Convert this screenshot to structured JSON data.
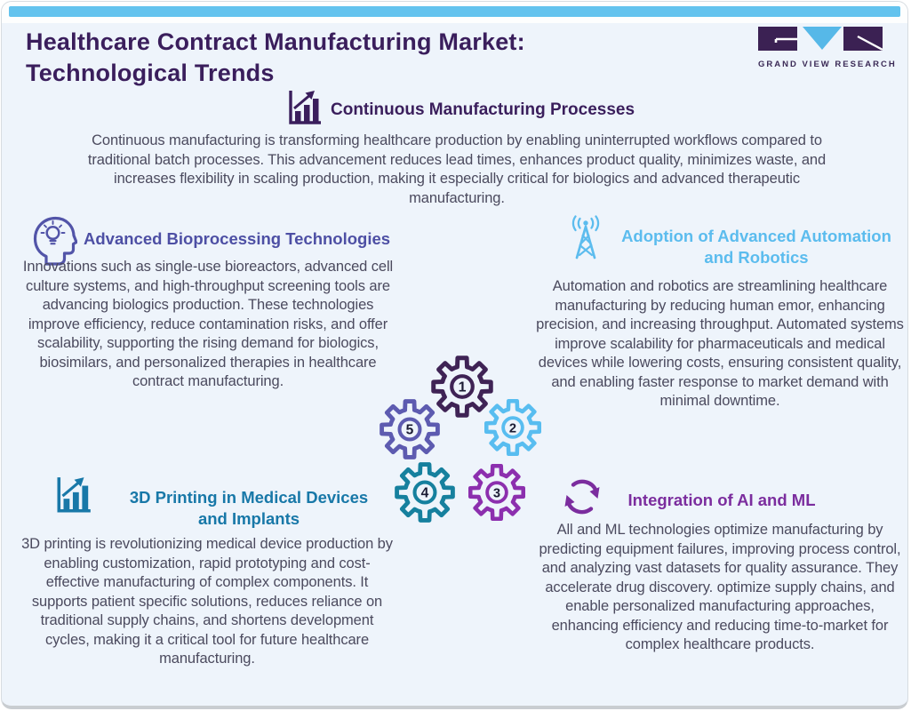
{
  "header": {
    "title_line1": "Healthcare Contract Manufacturing Market:",
    "title_line2": "Technological Trends",
    "logo_text": "GRAND VIEW RESEARCH"
  },
  "sections": {
    "continuous": {
      "title": "Continuous Manufacturing Processes",
      "body": "Continuous manufacturing is transforming healthcare production by enabling uninterrupted workflows compared to traditional batch processes. This advancement reduces lead times, enhances product quality, minimizes waste, and increases flexibility in scaling production, making it especially critical for biologics and advanced therapeutic manufacturing."
    },
    "bioprocessing": {
      "title": "Advanced Bioprocessing Technologies",
      "body": "Innovations such as single-use bioreactors, advanced cell culture systems, and high-throughput screening tools are advancing biologics production. These technologies improve efficiency, reduce contamination risks, and offer scalability, supporting the rising demand for biologics, biosimilars, and personalized therapies in healthcare contract manufacturing."
    },
    "automation": {
      "title_line1": "Adoption of Advanced Automation",
      "title_line2": "and Robotics",
      "body": "Automation and robotics are streamlining healthcare manufacturing by reducing human emor, enhancing precision, and increasing throughput. Automated systems improve scalability for pharmaceuticals and medical devices while lowering costs, ensuring consistent quality, and enabling faster response to market demand with minimal downtime."
    },
    "printing": {
      "title_line1": "3D Printing in Medical Devices",
      "title_line2": "and Implants",
      "body": "3D printing is revolutionizing medical device production by enabling customization, rapid prototyping and cost-effective manufacturing of complex components. It supports patient specific solutions, reduces reliance on traditional supply chains, and shortens development cycles, making it a critical tool for future healthcare manufacturing."
    },
    "ai_ml": {
      "title": "Integration of AI and ML",
      "body": "All and ML technologies optimize manufacturing by predicting equipment failures, improving process control, and analyzing vast datasets for quality assurance. They accelerate drug discovery. optimize supply chains, and enable personalized manufacturing approaches, enhancing efficiency and reducing time-to-market for complex healthcare products."
    }
  },
  "gears": [
    {
      "number": "1",
      "color": "#3f2355"
    },
    {
      "number": "2",
      "color": "#58bdf0"
    },
    {
      "number": "3",
      "color": "#8c2fae"
    },
    {
      "number": "4",
      "color": "#16809e"
    },
    {
      "number": "5",
      "color": "#5d5bb0"
    }
  ],
  "colors": {
    "top_bar": "#63c3ee",
    "title": "#3a1e5c",
    "continuous_heading": "#3a1e5c",
    "bioprocessing_heading": "#4d4fa4",
    "automation_heading": "#5bbcee",
    "printing_heading": "#1878a8",
    "ai_ml_heading": "#7b2d9e",
    "body_text": "#4b4a5e",
    "logo_purple": "#3b2153",
    "logo_cyan": "#56b8e8",
    "background": "#eef4fb"
  }
}
